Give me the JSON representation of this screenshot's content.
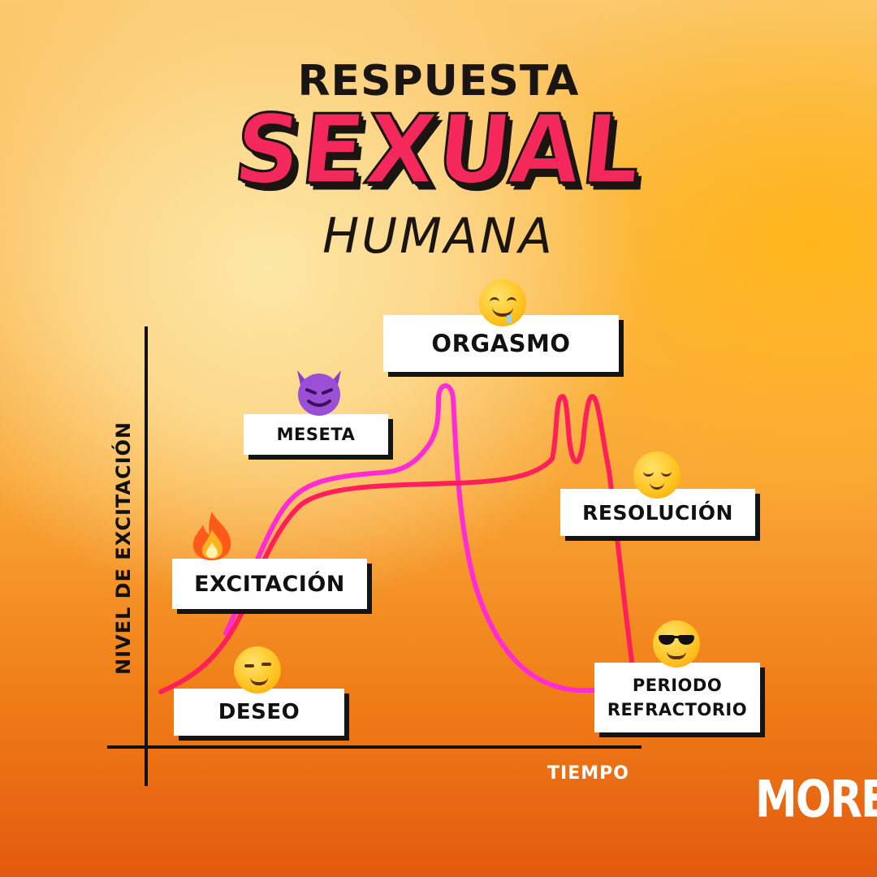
{
  "title": {
    "line1": "RESPUESTA",
    "line2": "SEXUAL",
    "line3": "HUMANA"
  },
  "axes": {
    "ylabel": "NIVEL DE EXCITACIÓN",
    "xlabel": "TIEMPO"
  },
  "phases": {
    "deseo": "DESEO",
    "excitacion": "EXCITACIÓN",
    "meseta": "MESETA",
    "orgasmo": "ORGASMO",
    "resolucion": "RESOLUCIÓN",
    "periodo_line1": "PERIODO",
    "periodo_line2": "REFRACTORIO"
  },
  "icons": {
    "deseo": "smirk-face-icon",
    "excitacion": "fire-icon",
    "meseta": "smiling-devil-icon",
    "orgasmo": "drooling-face-icon",
    "resolucion": "relieved-face-icon",
    "periodo": "sunglasses-face-icon"
  },
  "colors": {
    "curve_magenta": "#ff2bd6",
    "curve_red": "#ff1f5a",
    "title_pink": "#f5285c"
  },
  "logo": "MORE"
}
